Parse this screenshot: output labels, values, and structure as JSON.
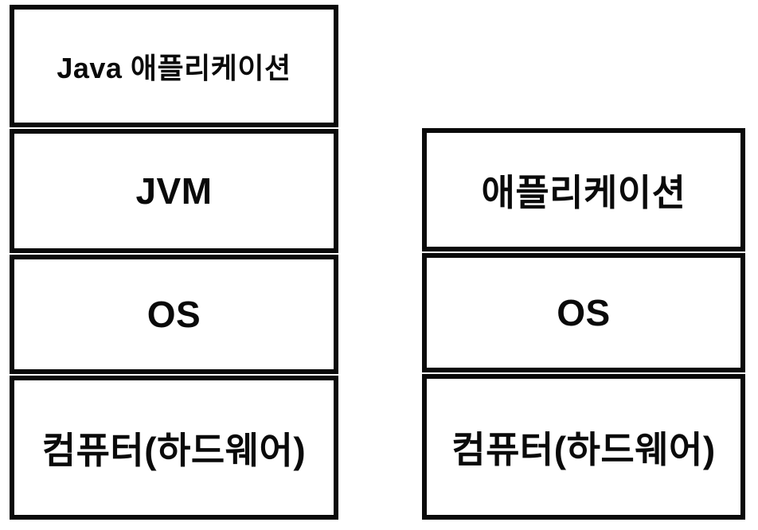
{
  "diagram": {
    "colors": {
      "border": "#0a0a0a",
      "text": "#0a0a0a",
      "background": "#ffffff"
    },
    "left_stack": {
      "layers": [
        {
          "label": "Java 애플리케이션"
        },
        {
          "label": "JVM"
        },
        {
          "label": "OS"
        },
        {
          "label": "컴퓨터(하드웨어)"
        }
      ]
    },
    "right_stack": {
      "layers": [
        {
          "label": "애플리케이션"
        },
        {
          "label": "OS"
        },
        {
          "label": "컴퓨터(하드웨어)"
        }
      ]
    }
  }
}
